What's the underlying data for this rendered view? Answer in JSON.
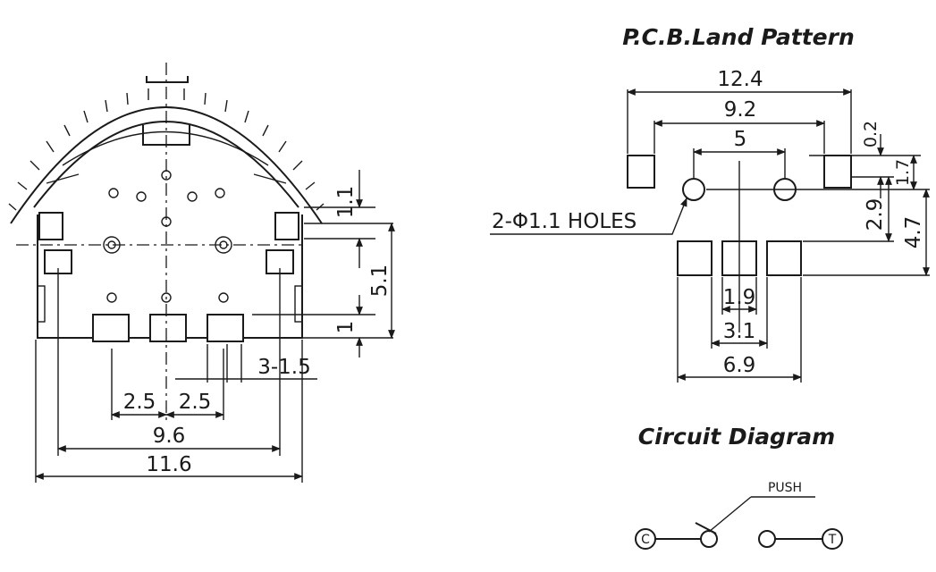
{
  "titles": {
    "land_pattern": "P.C.B.Land Pattern",
    "circuit": "Circuit Diagram"
  },
  "front_view": {
    "dims": {
      "d_1_1": "1.1",
      "d_5_1": "5.1",
      "d_1": "1",
      "d_3_1_5": "3-1.5",
      "d_2_5_a": "2.5",
      "d_2_5_b": "2.5",
      "d_9_6": "9.6",
      "d_11_6": "11.6"
    }
  },
  "land_pattern": {
    "dims": {
      "d_12_4": "12.4",
      "d_9_2": "9.2",
      "d_5": "5",
      "d_0_2": "0.2",
      "d_1_7": "1.7",
      "d_2_9": "2.9",
      "d_4_7": "4.7",
      "d_1_9": "1.9",
      "d_3_1": "3.1",
      "d_6_9": "6.9"
    },
    "holes_label": "2-Φ1.1 HOLES"
  },
  "circuit": {
    "push_label": "PUSH",
    "terminal_c": "C",
    "terminal_t": "T"
  }
}
